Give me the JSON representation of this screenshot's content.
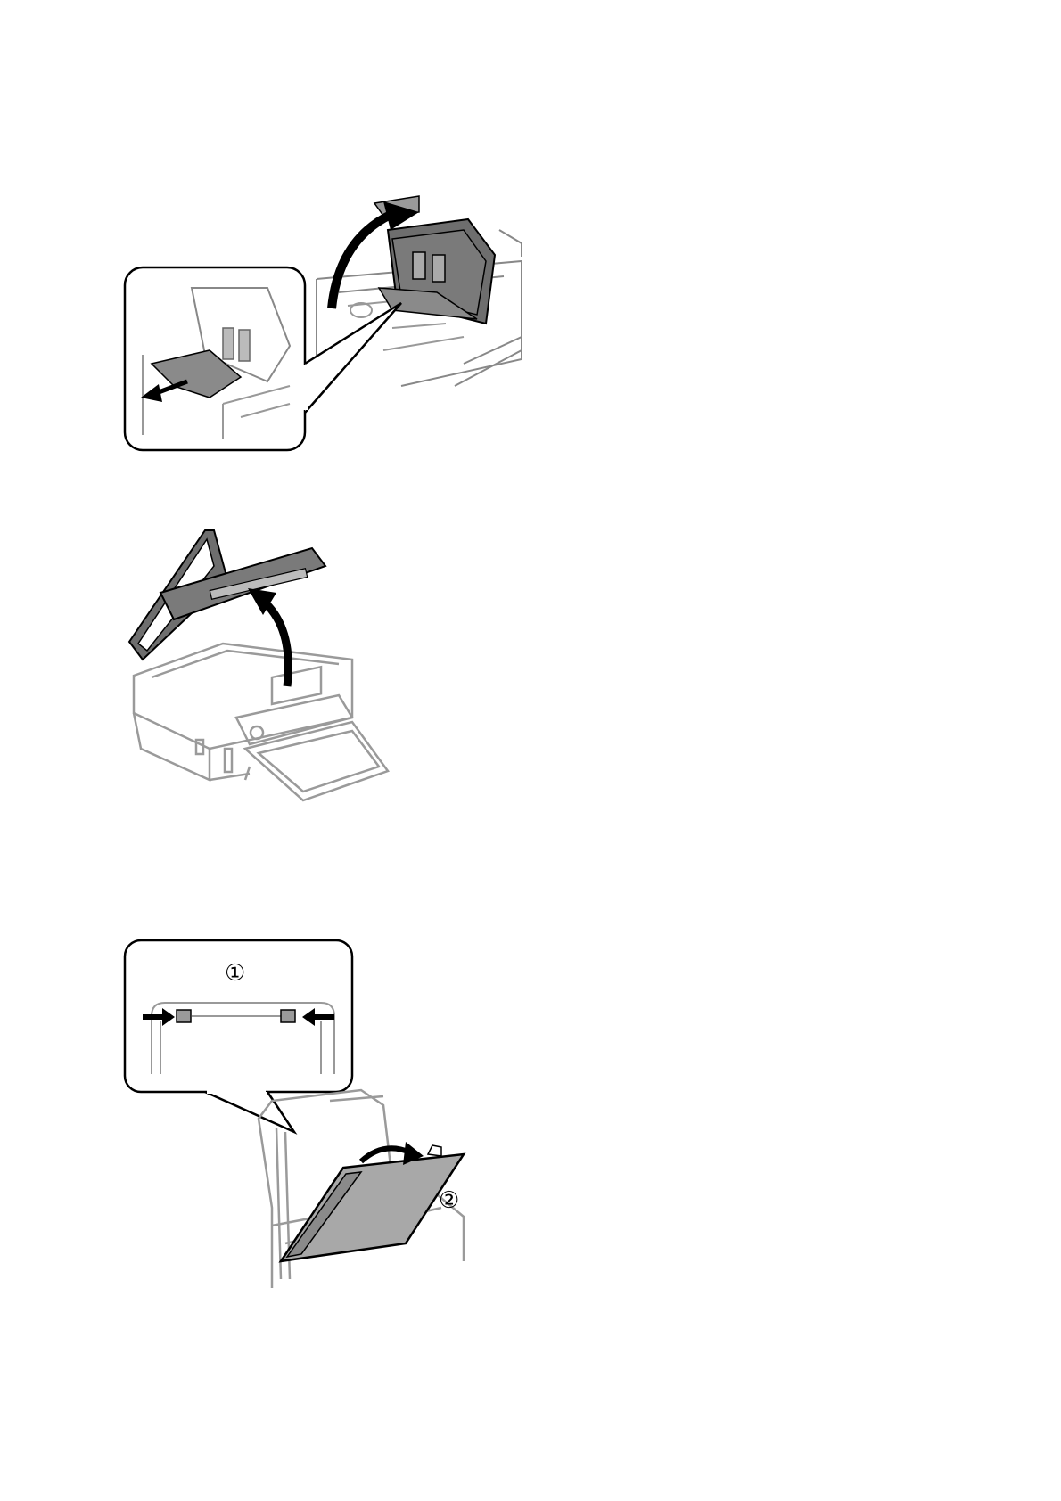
{
  "page": {
    "figures": [
      {
        "id": "fig1",
        "icons": [
          "adf-cover-open-arrow-icon",
          "jammed-paper-icon",
          "pull-out-arrow-icon",
          "zoom-callout-icon"
        ]
      },
      {
        "id": "fig2",
        "icons": [
          "document-cover-lift-arrow-icon",
          "printer-icon",
          "control-panel-icon",
          "paper-tray-icon"
        ]
      },
      {
        "id": "fig3",
        "icons": [
          "zoom-callout-icon",
          "push-tab-arrow-icon",
          "mat-remove-arrow-icon"
        ]
      }
    ],
    "callout_labels": [
      "①",
      "②"
    ],
    "colors": {
      "line": "#000000",
      "fill_dark": "#6e6e6e",
      "fill_mid": "#9a9a9a",
      "fill_light": "#a8a8a8",
      "printer_outline": "#9a9a9a"
    }
  }
}
